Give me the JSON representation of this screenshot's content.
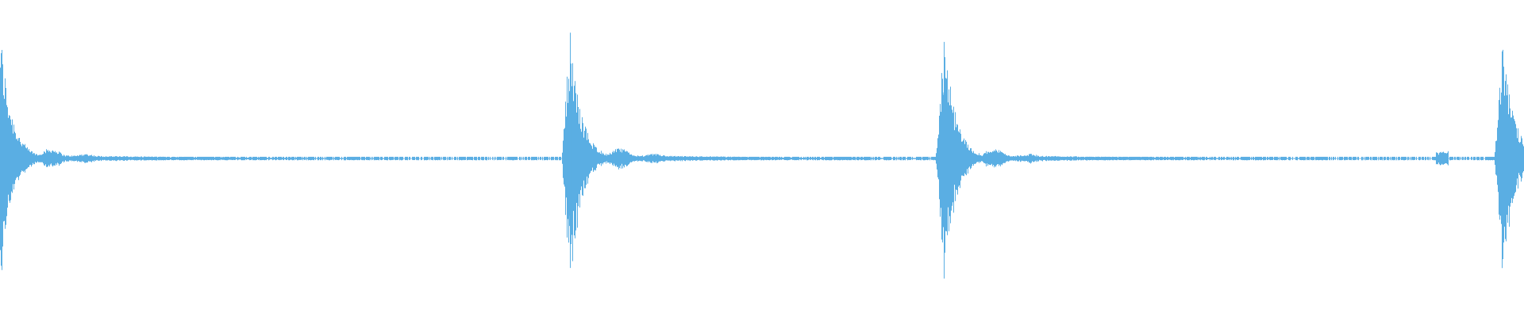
{
  "waveform": {
    "color": "#5aaee3",
    "background": "#ffffff",
    "noise_floor": 0.012,
    "events": [
      {
        "t": 0.0,
        "peak": 0.97
      },
      {
        "t": 0.3735,
        "peak": 0.99
      },
      {
        "t": 0.619,
        "peak": 0.97
      },
      {
        "t": 0.9855,
        "peak": 0.92
      }
    ],
    "marks": [
      {
        "t": 0.946,
        "level": 0.07
      }
    ]
  }
}
